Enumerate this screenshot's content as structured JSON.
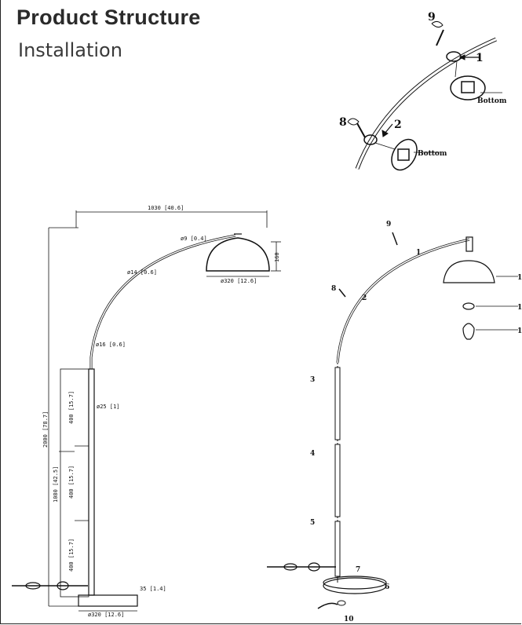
{
  "header": {
    "title": "Product  Structure",
    "subtitle": "Installation"
  },
  "detail": {
    "bottom_label": "Bottom",
    "parts": [
      "9",
      "1",
      "8",
      "2"
    ]
  },
  "dimensions": {
    "width": "1030 [40.6]",
    "shade_neck": "ø9 [0.4]",
    "upper_tube": "ø14 [0.6]",
    "shade_height": "160",
    "shade_dia": "ø320 [12.6]",
    "lower_arc": "ø16 [0.6]",
    "pole": "ø25 [1]",
    "total_height": "2000 [78.7]",
    "segment_top": "400 [15.7]",
    "segment_mid": "400 [15.7]",
    "segment_bot": "400 [15.7]",
    "mid_height": "1080 [42.5]",
    "base_h": "35 [1.4]",
    "base_dia": "ø320 [12.6]"
  },
  "exploded": {
    "parts": [
      "9",
      "1",
      "8",
      "2",
      "3",
      "4",
      "5",
      "7",
      "6",
      "10",
      "1",
      "1",
      "1"
    ]
  }
}
